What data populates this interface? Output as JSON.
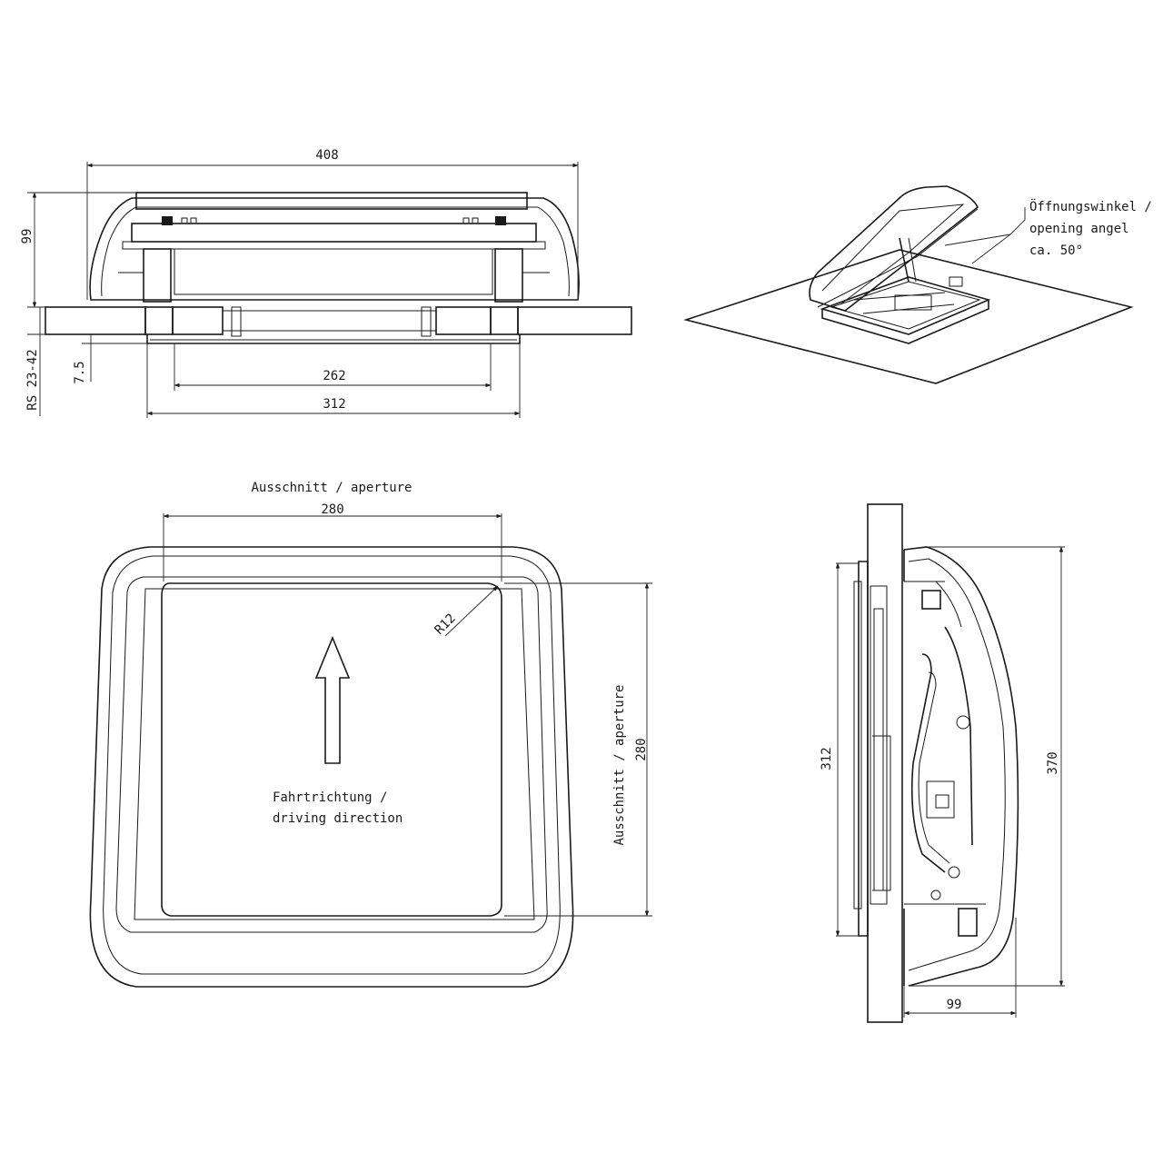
{
  "top_view": {
    "dim_width": "408",
    "dim_height": "99",
    "dim_inner": "262",
    "dim_outer": "312",
    "dim_offset": "7.5",
    "dim_roof": "RS 23-42"
  },
  "perspective_view": {
    "angle_label_de": "Öffnungswinkel /",
    "angle_label_en": "opening angel",
    "angle_value": "ca. 50°"
  },
  "plan_view": {
    "aperture_title": "Ausschnitt / aperture",
    "dim_width": "280",
    "radius_label": "R12",
    "direction_de": "Fahrtrichtung /",
    "direction_en": "driving direction",
    "side_aperture_label": "Ausschnitt / aperture",
    "side_dim": "280"
  },
  "side_view": {
    "dim_312": "312",
    "dim_370": "370",
    "dim_99": "99"
  },
  "colors": {
    "line": "#1a1a1a",
    "background": "#ffffff"
  }
}
